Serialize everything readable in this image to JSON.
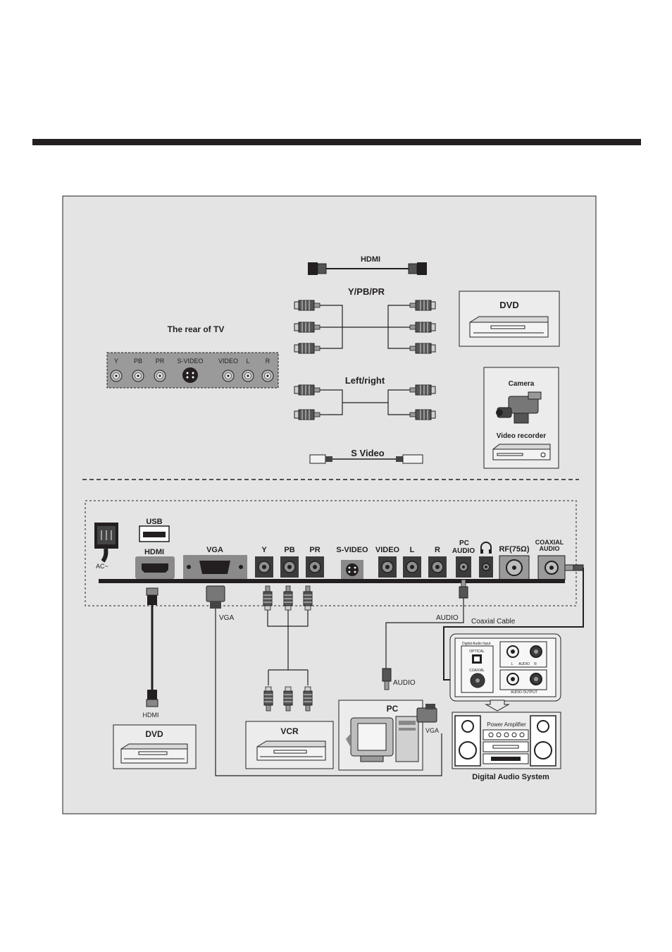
{
  "cables": {
    "hdmi": "HDMI",
    "ypbpr": "Y/PB/PR",
    "left_right": "Left/right",
    "s_video": "S Video"
  },
  "rear_of_tv": {
    "title": "The rear of TV",
    "ports": [
      "Y",
      "PB",
      "PR",
      "S-VIDEO",
      "VIDEO",
      "L",
      "R"
    ]
  },
  "sources_top": {
    "dvd": "DVD",
    "camera": "Camera",
    "video_recorder": "Video recorder"
  },
  "tv_panel": {
    "usb": "USB",
    "ac": "AC~",
    "hdmi": "HDMI",
    "vga": "VGA",
    "y": "Y",
    "pb": "PB",
    "pr": "PR",
    "s_video": "S-VIDEO",
    "video": "VIDEO",
    "l": "L",
    "r": "R",
    "pc_audio_1": "PC",
    "pc_audio_2": "AUDIO",
    "rf": "RF(75Ω)",
    "coaxial_1": "COAXIAL",
    "coaxial_2": "AUDIO"
  },
  "connections": {
    "vga": "VGA",
    "audio_top": "AUDIO",
    "coaxial_cable": "Coaxial Cable",
    "audio_pc": "AUDIO",
    "hdmi": "HDMI",
    "pc_vga": "VGA"
  },
  "devices_bottom": {
    "dvd": "DVD",
    "vcr": "VCR",
    "pc": "PC"
  },
  "audio_system": {
    "digital_audio_input": "Digital Audio Input",
    "optical": "OPTICAL",
    "coaxial": "COAXIAL",
    "l": "L",
    "audio": "AUDIO",
    "r": "R",
    "audio_output": "AUDIO OUTPUT",
    "power_amplifier": "Power Amplifier",
    "title": "Digital Audio System"
  },
  "colors": {
    "panel_bg": "#e4e4e4",
    "ink": "#231f20",
    "jack_gray": "#9a9a9a"
  }
}
